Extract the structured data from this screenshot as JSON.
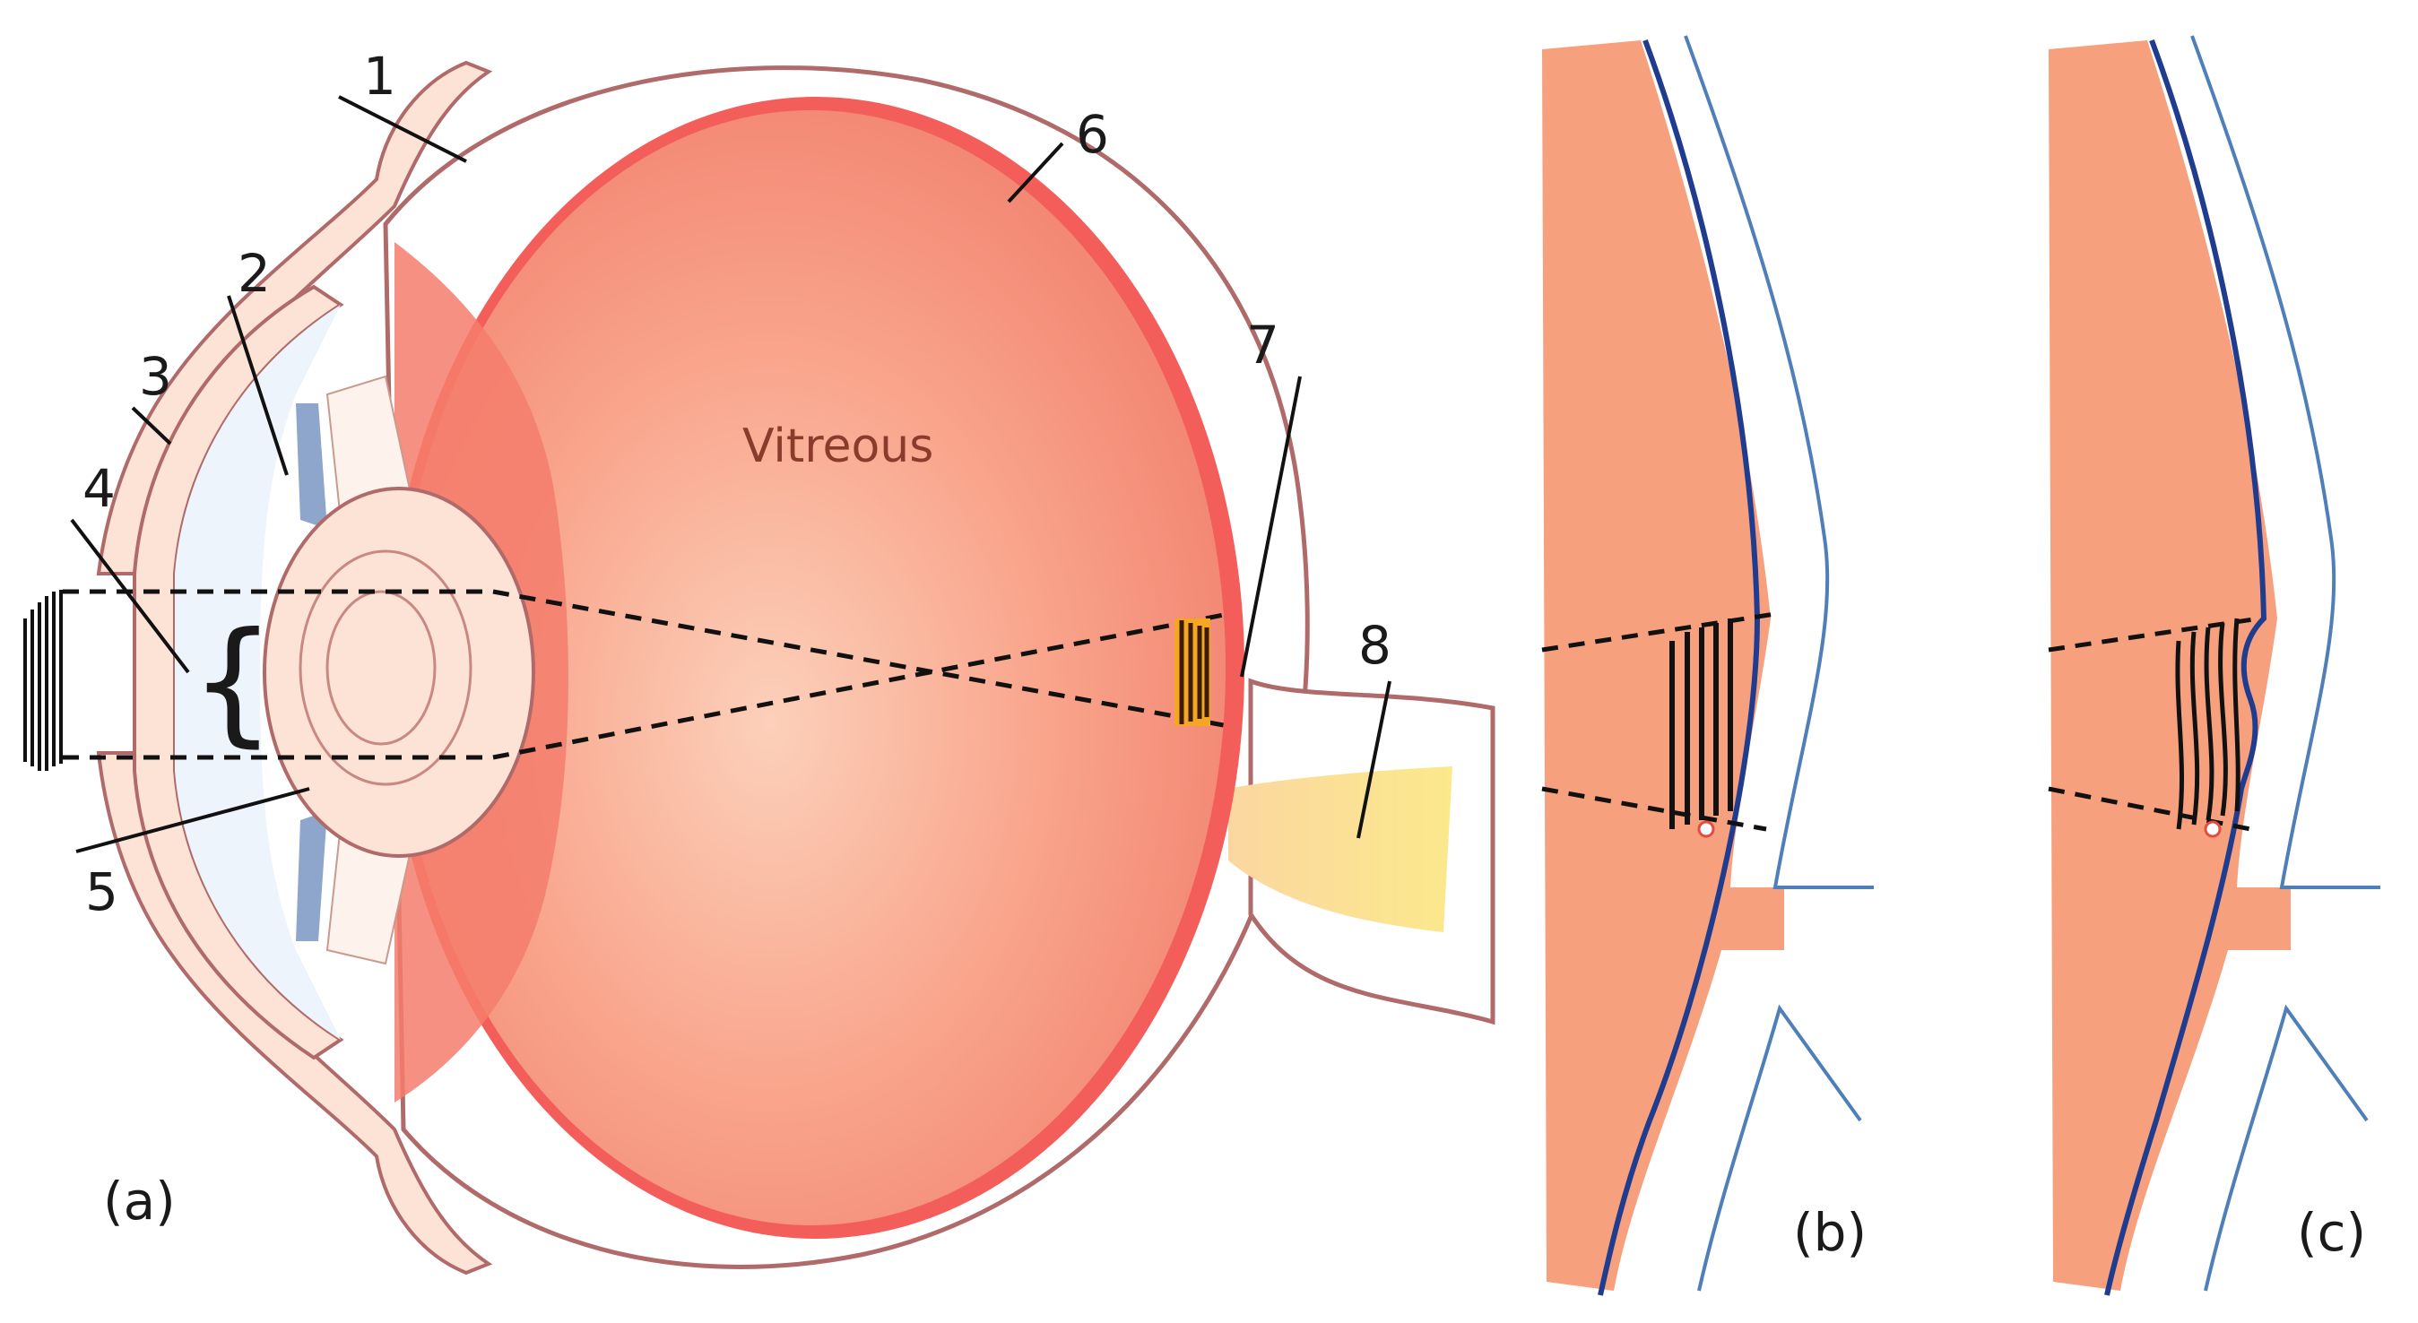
{
  "panels": {
    "a": {
      "caption": "(a)"
    },
    "b": {
      "caption": "(b)"
    },
    "c": {
      "caption": "(c)"
    }
  },
  "labels": {
    "vitreous": "Vitreous",
    "parts": [
      "1",
      "2",
      "3",
      "4",
      "5",
      "6",
      "7",
      "8"
    ],
    "lens_bracket": "{"
  },
  "colors": {
    "vitreous_body": "#f9a58c",
    "retina_band": "#f45e5a",
    "sclera_line": "#b06a6a",
    "cornea_fill": "#fde2d6",
    "iris": "#8fa6cc",
    "macula_orange": "#f5a623",
    "optic_nerve": "#fbe08a",
    "retina_tissue": "#f7a07e",
    "membrane_blue": "#1f3c8f",
    "outer_line_blue": "#4f7fb8"
  }
}
